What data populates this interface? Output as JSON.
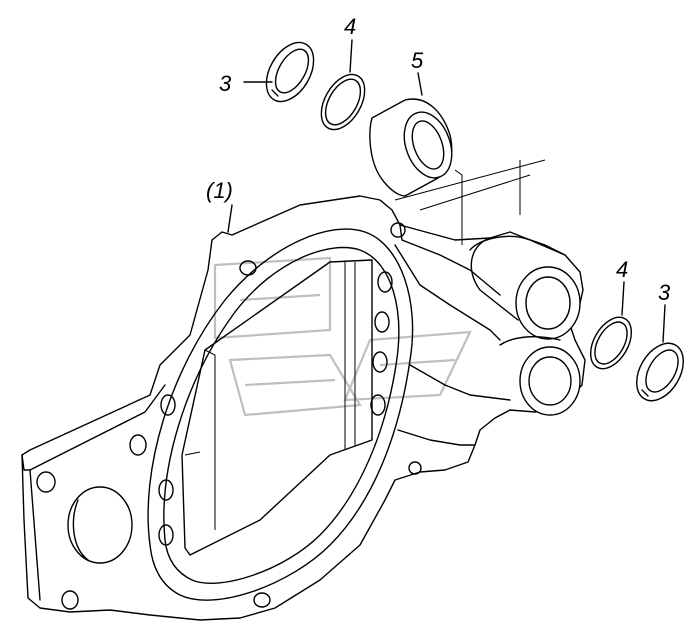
{
  "callouts": {
    "housing": "(1)",
    "seal_left": "3",
    "ring_left": "4",
    "bushing": "5",
    "ring_right": "4",
    "seal_right": "3"
  },
  "colors": {
    "line": "#000000",
    "watermark": "#bfbfbf",
    "background": "#ffffff"
  }
}
